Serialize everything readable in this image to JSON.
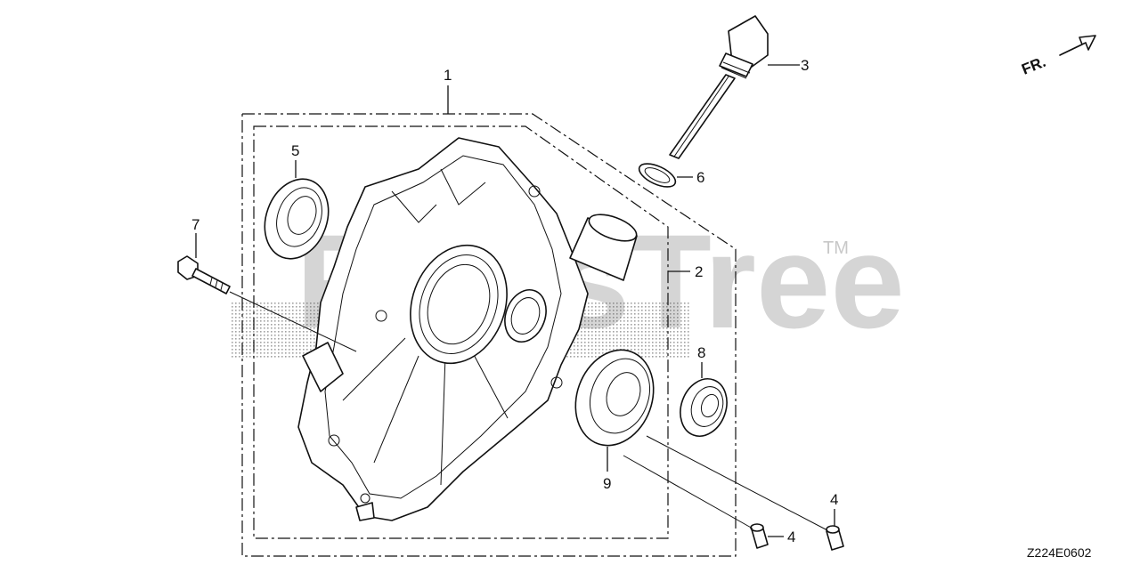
{
  "diagram": {
    "callouts": [
      "1",
      "2",
      "3",
      "4",
      "4",
      "5",
      "6",
      "7",
      "8",
      "9"
    ],
    "direction_label": "FR.",
    "watermark": "PartsTree",
    "trademark": "TM",
    "diagram_code": "Z224E0602"
  }
}
